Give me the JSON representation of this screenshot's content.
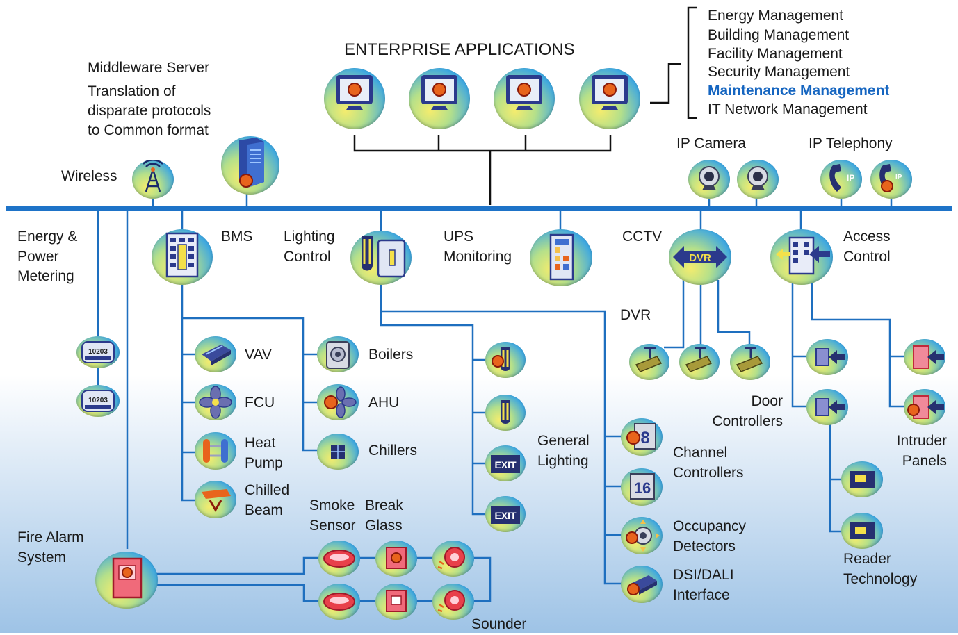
{
  "colors": {
    "bus": "#1e73c8",
    "wire": "#1e6fbf",
    "dark_wire": "#111111",
    "highlight": "#1565c0"
  },
  "header": {
    "enterprise": "ENTERPRISE APPLICATIONS",
    "middleware": [
      "Middleware Server",
      "Translation of",
      "disparate protocols",
      "to Common format"
    ],
    "management": [
      {
        "label": "Energy Management",
        "highlight": false
      },
      {
        "label": "Building Management",
        "highlight": false
      },
      {
        "label": "Facility Management",
        "highlight": false
      },
      {
        "label": "Security Management",
        "highlight": false
      },
      {
        "label": "Maintenance Management",
        "highlight": true
      },
      {
        "label": "IT Network Management",
        "highlight": false
      }
    ],
    "wireless": "Wireless",
    "ip_camera": "IP Camera",
    "ip_telephony": "IP Telephony"
  },
  "systems": {
    "energy": "Energy &\nPower\nMetering",
    "bms": "BMS",
    "lighting": "Lighting\nControl",
    "ups": "UPS\nMonitoring",
    "cctv": "CCTV",
    "access": "Access\nControl"
  },
  "devices": {
    "meter_reading": "10203",
    "vav": "VAV",
    "fcu": "FCU",
    "heat_pump": "Heat\nPump",
    "chilled_beam": "Chilled\nBeam",
    "boilers": "Boilers",
    "ahu": "AHU",
    "chillers": "Chillers",
    "general_lighting": "General\nLighting",
    "exit_sign": "EXIT",
    "dvr": "DVR",
    "dvr_badge": "DVR",
    "channel_controllers": "Channel\nControllers",
    "occupancy": "Occupancy\nDetectors",
    "dsi_dali": "DSI/DALI\nInterface",
    "channel_digit": "8",
    "channel_digit_16": "16",
    "door_controllers": "Door\nControllers",
    "intruder_panels": "Intruder\nPanels",
    "reader_tech": "Reader\nTechnology",
    "ip_badge": "IP"
  },
  "fire": {
    "system": "Fire Alarm\nSystem",
    "smoke_sensor": "Smoke\nSensor",
    "break_glass": "Break\nGlass",
    "sounder": "Sounder"
  }
}
